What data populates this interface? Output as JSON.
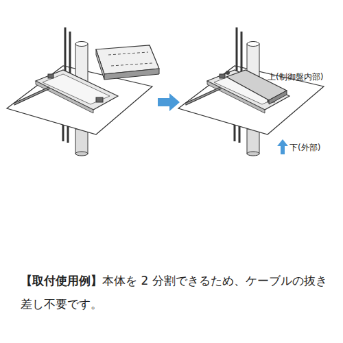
{
  "diagram": {
    "caption": "本体を 2 分割できるため、ケーブルの抜き差し不要です。",
    "labels": [
      "上(制御盤内部)",
      "下(外部)",
      "【取付使用例】"
    ]
  }
}
